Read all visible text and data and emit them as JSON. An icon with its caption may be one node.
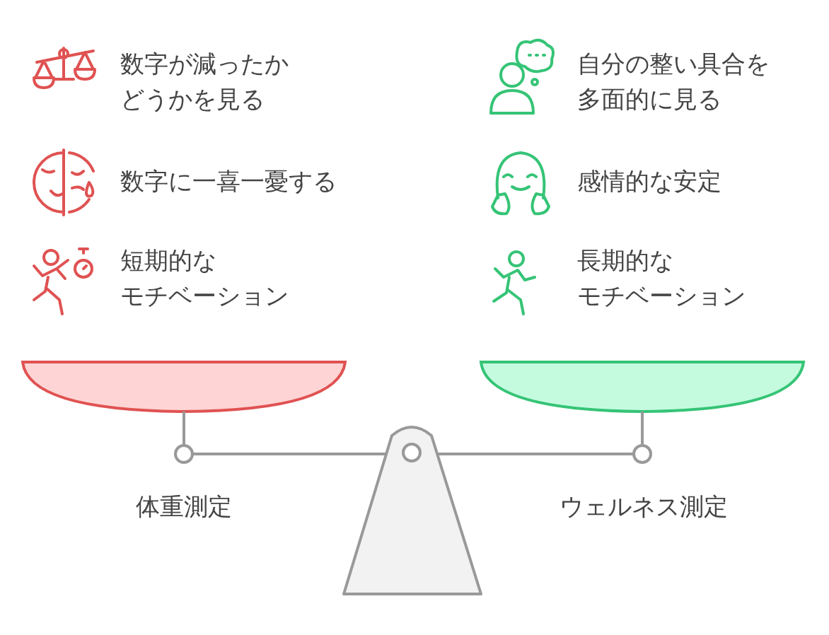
{
  "diagram": {
    "labels": [
      "数字が減ったかどうかを見る",
      "自分の整い具合を多面的に見る",
      "数字に一喜一憂する",
      "感情的な安定",
      "短期的なモチベーション",
      "長期的なモチベーション",
      "体重測定",
      "ウェルネス測定"
    ]
  }
}
